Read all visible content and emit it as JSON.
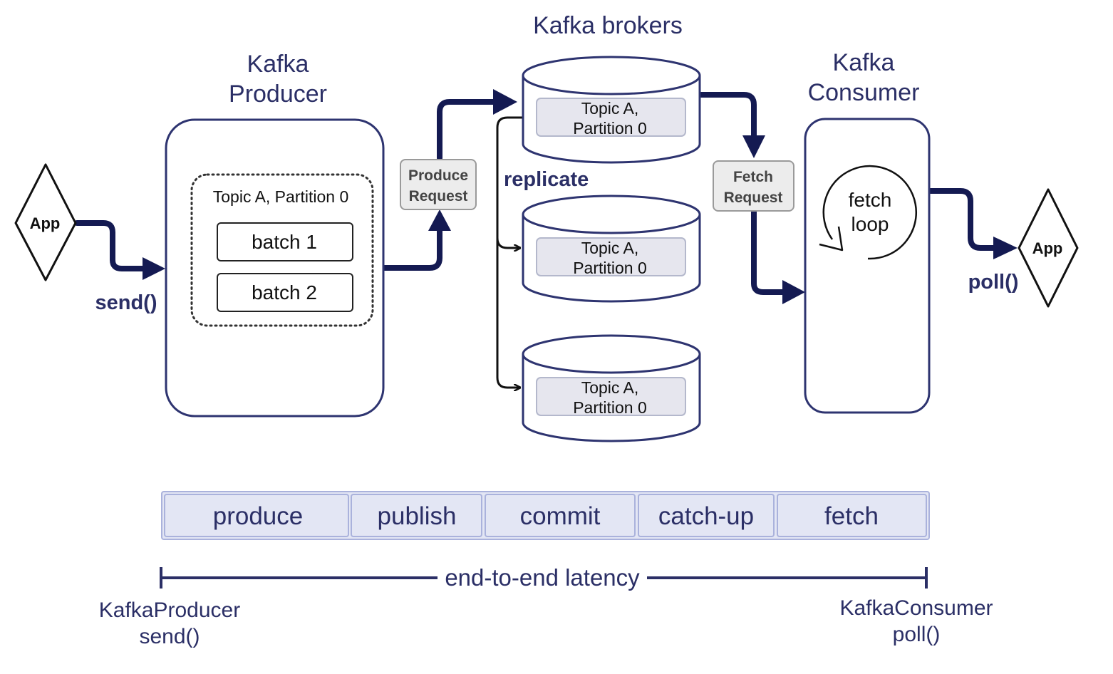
{
  "titles": {
    "producer": [
      "Kafka",
      "Producer"
    ],
    "brokers": "Kafka brokers",
    "consumer": [
      "Kafka",
      "Consumer"
    ]
  },
  "producer": {
    "partition_label": "Topic A, Partition 0",
    "batches": [
      "batch 1",
      "batch 2"
    ]
  },
  "app_left": "App",
  "app_right": "App",
  "send_label": "send()",
  "poll_label": "poll()",
  "produce_request": [
    "Produce",
    "Request"
  ],
  "fetch_request": [
    "Fetch",
    "Request"
  ],
  "replicate_label": "replicate",
  "brokers": [
    {
      "label": [
        "Topic A,",
        "Partition 0"
      ]
    },
    {
      "label": [
        "Topic A,",
        "Partition 0"
      ]
    },
    {
      "label": [
        "Topic A,",
        "Partition 0"
      ]
    }
  ],
  "consumer": {
    "loop_label": [
      "fetch",
      "loop"
    ]
  },
  "phases": [
    "produce",
    "publish",
    "commit",
    "catch-up",
    "fetch"
  ],
  "latency": {
    "label": "end-to-end latency",
    "start": [
      "KafkaProducer",
      "send()"
    ],
    "end": [
      "KafkaConsumer",
      "poll()"
    ]
  },
  "colors": {
    "navy": "#141a52",
    "title_text": "#2b2f66",
    "phase_fill": "#e3e6f4",
    "request_fill": "#ececec"
  }
}
